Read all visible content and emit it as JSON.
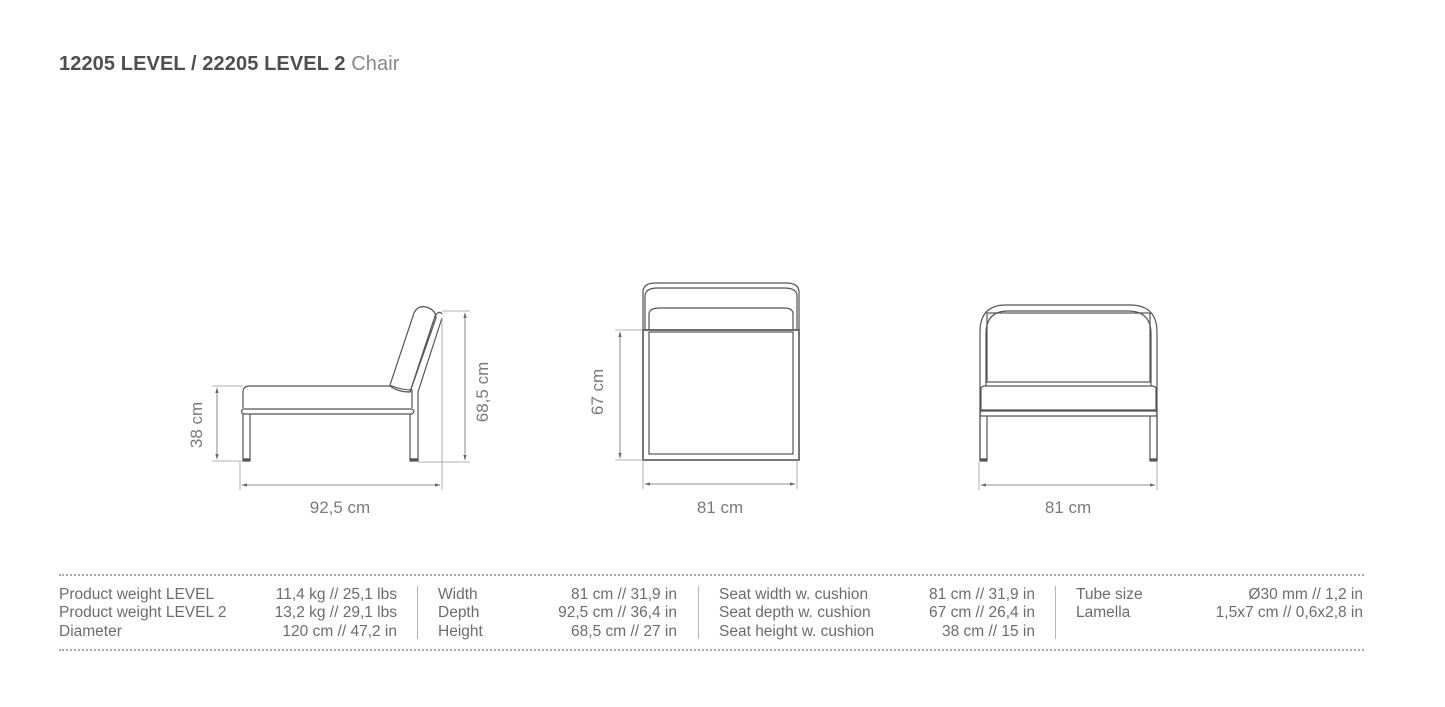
{
  "title": {
    "bold": "12205 LEVEL / 22205 LEVEL 2",
    "light": "Chair"
  },
  "drawings": {
    "side_view": {
      "seat_height": "38 cm",
      "total_height": "68,5 cm",
      "depth": "92,5 cm"
    },
    "top_view": {
      "seat_depth": "67 cm",
      "width": "81 cm"
    },
    "front_view": {
      "width": "81 cm"
    }
  },
  "specs": {
    "group1": [
      {
        "label": "Product weight LEVEL",
        "value": "11,4 kg // 25,1 lbs"
      },
      {
        "label": "Product weight LEVEL 2",
        "value": "13,2 kg // 29,1 lbs"
      },
      {
        "label": "Diameter",
        "value": "120 cm // 47,2 in"
      }
    ],
    "group2": [
      {
        "label": "Width",
        "value": "81 cm // 31,9 in"
      },
      {
        "label": "Depth",
        "value": "92,5 cm // 36,4 in"
      },
      {
        "label": "Height",
        "value": "68,5 cm // 27 in"
      }
    ],
    "group3": [
      {
        "label": "Seat width w. cushion",
        "value": "81 cm // 31,9 in"
      },
      {
        "label": "Seat depth w. cushion",
        "value": "67 cm // 26,4 in"
      },
      {
        "label": "Seat height w. cushion",
        "value": "38 cm // 15 in"
      }
    ],
    "group4": [
      {
        "label": "Tube size",
        "value": "Ø30 mm // 1,2 in"
      },
      {
        "label": "Lamella",
        "value": "1,5x7 cm // 0,6x2,8 in"
      }
    ]
  },
  "colors": {
    "line": "#555555",
    "dim_line": "#8a8a8a",
    "text": "#6c6c6c",
    "title": "#4f4f4f"
  }
}
